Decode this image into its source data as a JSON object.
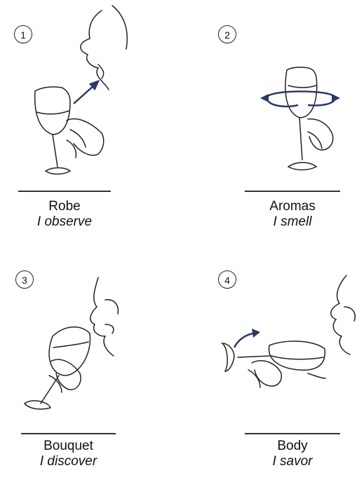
{
  "colors": {
    "ink": "#222222",
    "arrow": "#2b3a66"
  },
  "steps": [
    {
      "number": "1",
      "title": "Robe",
      "subtitle": "I observe"
    },
    {
      "number": "2",
      "title": "Aromas",
      "subtitle": "I smell"
    },
    {
      "number": "3",
      "title": "Bouquet",
      "subtitle": "I discover"
    },
    {
      "number": "4",
      "title": "Body",
      "subtitle": "I savor"
    }
  ]
}
